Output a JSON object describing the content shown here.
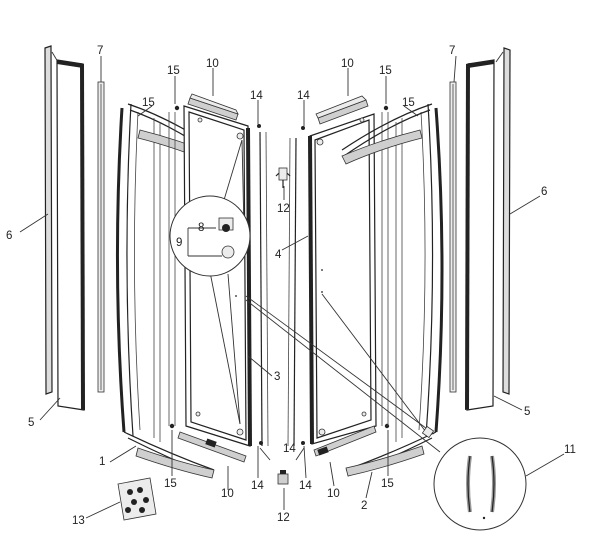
{
  "labels": {
    "l1": "1",
    "l2": "2",
    "l3": "3",
    "l4": "4",
    "l5a": "5",
    "l5b": "5",
    "l6a": "6",
    "l6b": "6",
    "l7a": "7",
    "l7b": "7",
    "l8": "8",
    "l9": "9",
    "l10a": "10",
    "l10b": "10",
    "l10c": "10",
    "l10d": "10",
    "l11": "11",
    "l12a": "12",
    "l12b": "12",
    "l13": "13",
    "l14a": "14",
    "l14b": "14",
    "l14c": "14",
    "l14d": "14",
    "l14e": "14",
    "l15a": "15",
    "l15b": "15",
    "l15c": "15",
    "l15d": "15",
    "l15e": "15",
    "l15f": "15"
  }
}
